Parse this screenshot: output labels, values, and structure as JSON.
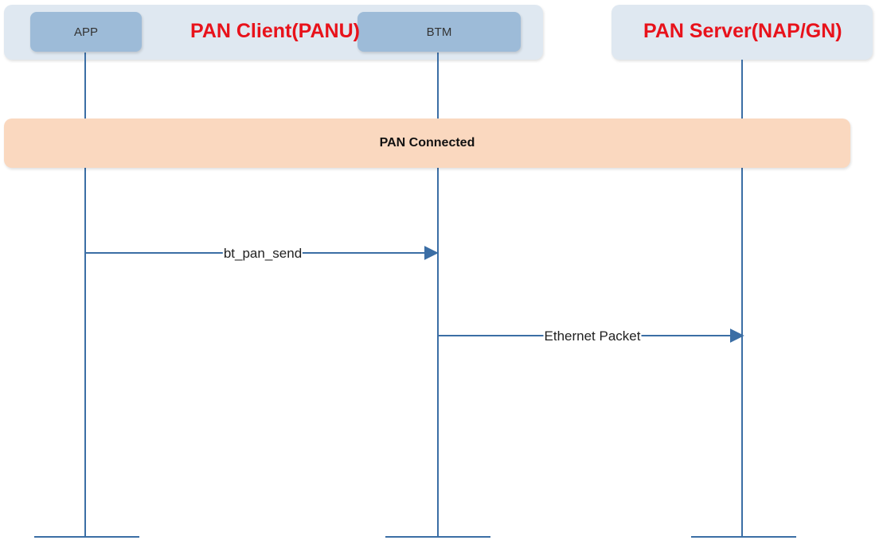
{
  "colors": {
    "group_box": "#dfe8f1",
    "participant": "#9dbbd8",
    "group_title": "#e8121b",
    "lifeline": "#3b6ea5",
    "state_bar": "#fad8bf"
  },
  "groups": {
    "client": {
      "title": "PAN Client(PANU)"
    },
    "server": {
      "title": "PAN Server(NAP/GN)"
    }
  },
  "participants": {
    "app": {
      "label": "APP"
    },
    "btm": {
      "label": "BTM"
    }
  },
  "state": {
    "label": "PAN Connected"
  },
  "messages": [
    {
      "label": "bt_pan_send",
      "from": "APP",
      "to": "BTM"
    },
    {
      "label": "Ethernet Packet",
      "from": "BTM",
      "to": "PAN Server(NAP/GN)"
    }
  ]
}
